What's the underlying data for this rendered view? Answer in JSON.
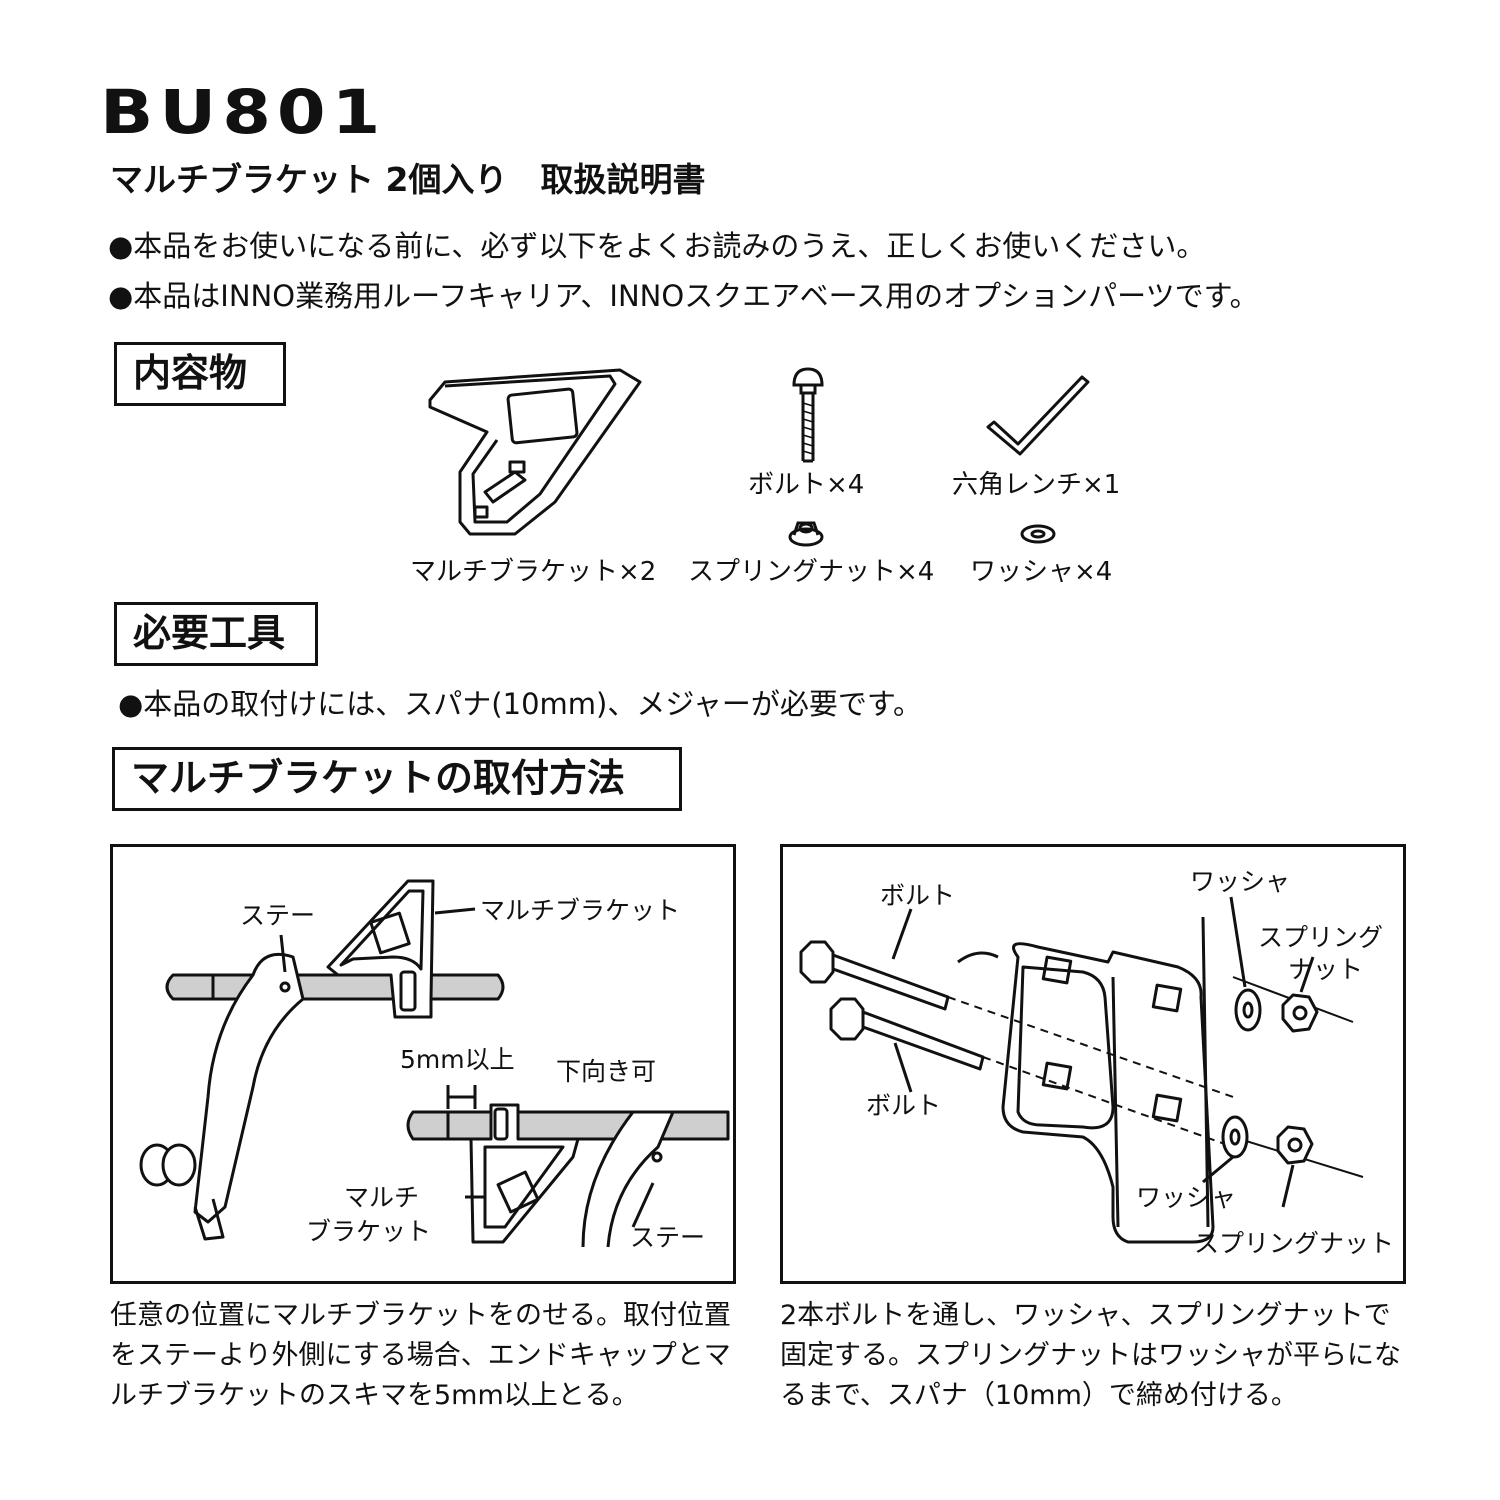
{
  "header": {
    "model": "BU801",
    "subtitle": "マルチブラケット 2個入り　取扱説明書"
  },
  "notes": [
    "●本品をお使いになる前に、必ず以下をよくお読みのうえ、正しくお使いください。",
    "●本品はINNO業務用ルーフキャリア、INNOスクエアベース用のオプションパーツです。"
  ],
  "contents": {
    "heading": "内容物",
    "parts": {
      "bracket": "マルチブラケット×2",
      "bolt": "ボルト×4",
      "wrench": "六角レンチ×1",
      "nut": "スプリングナット×4",
      "washer": "ワッシャ×4"
    }
  },
  "tools": {
    "heading": "必要工具",
    "note": "●本品の取付けには、スパナ(10mm)、メジャーが必要です。"
  },
  "install": {
    "heading": "マルチブラケットの取付方法",
    "left_panel": {
      "label_stay_top": "ステー",
      "label_bracket_top": "マルチブラケット",
      "label_gap": "5mm以上",
      "label_down": "下向き可",
      "label_bracket_bottom_1": "マルチ",
      "label_bracket_bottom_2": "ブラケット",
      "label_stay_bottom": "ステー",
      "caption": "任意の位置にマルチブラケットをのせる。取付位置をステーより外側にする場合、エンドキャップとマルチブラケットのスキマを5mm以上とる。"
    },
    "right_panel": {
      "label_bolt_top": "ボルト",
      "label_bolt_bottom": "ボルト",
      "label_washer_top": "ワッシャ",
      "label_nut_top_1": "スプリング",
      "label_nut_top_2": "ナット",
      "label_washer_bottom": "ワッシャ",
      "label_nut_bottom": "スプリングナット",
      "caption": "2本ボルトを通し、ワッシャ、スプリングナットで固定する。スプリングナットはワッシャが平らになるまで、スパナ（10mm）で締め付ける。"
    }
  }
}
